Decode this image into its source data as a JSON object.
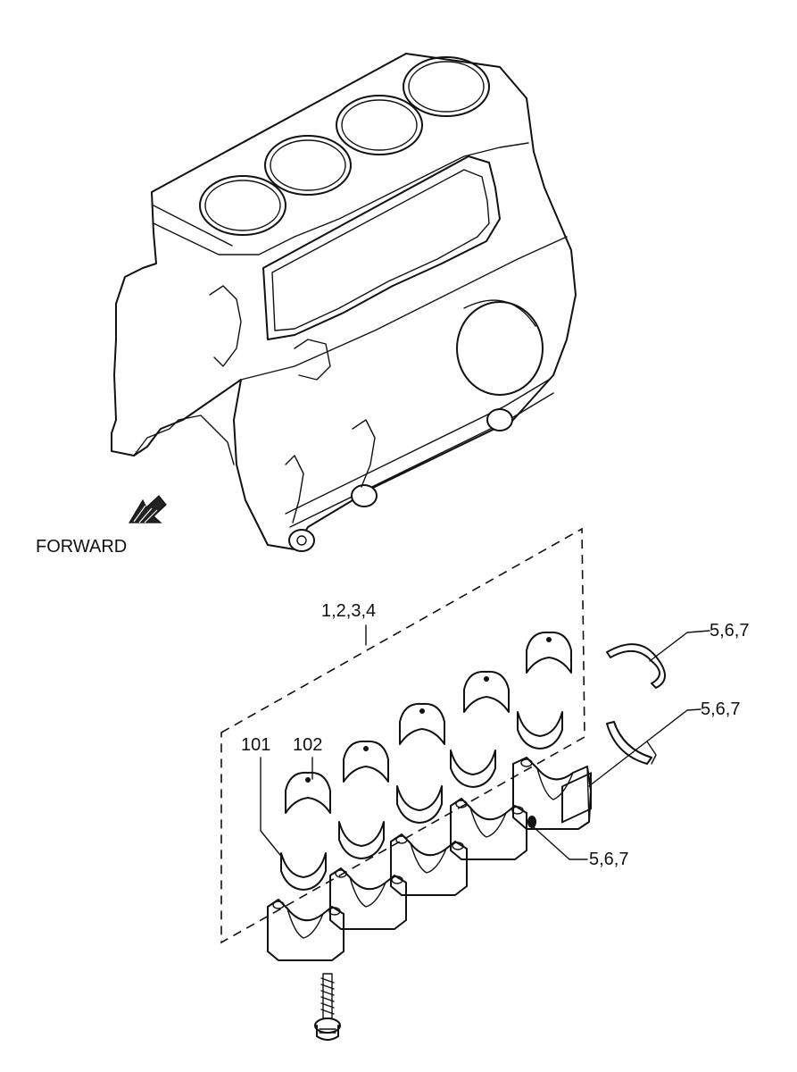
{
  "labels": {
    "forward": "FORWARD",
    "bearings_main": "1,2,3,4",
    "upper_bearing": "101",
    "lower_bearing": "102",
    "thrust_top": "5,6,7",
    "thrust_middle": "5,6,7",
    "thrust_bottom": "5,6,7"
  },
  "colors": {
    "line": "#111111",
    "background": "#ffffff"
  }
}
